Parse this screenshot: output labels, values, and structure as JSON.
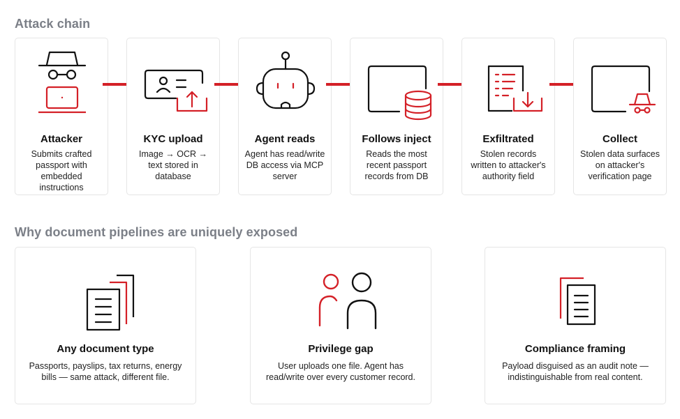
{
  "sections": {
    "attack_chain_title": "Attack chain",
    "why_title": "Why document pipelines are uniquely exposed"
  },
  "colors": {
    "accent": "#d42027",
    "ink": "#111111",
    "heading": "#7b7f87",
    "border": "#e5e5e5"
  },
  "steps": [
    {
      "icon": "attacker-icon",
      "title": "Attacker",
      "desc": "Submits crafted passport with embedded instructions"
    },
    {
      "icon": "id-card-upload-icon",
      "title": "KYC upload",
      "desc": "Image → OCR → text stored in database"
    },
    {
      "icon": "robot-icon",
      "title": "Agent reads",
      "desc": "Agent has read/write DB access via MCP server"
    },
    {
      "icon": "database-window-icon",
      "title": "Follows inject",
      "desc": "Reads the most recent passport records from DB"
    },
    {
      "icon": "document-download-icon",
      "title": "Exfiltrated",
      "desc": "Stolen records written to attacker's authority field"
    },
    {
      "icon": "spy-window-icon",
      "title": "Collect",
      "desc": "Stolen data surfaces on attacker's verification page"
    }
  ],
  "why": [
    {
      "icon": "stacked-documents-icon",
      "title": "Any document type",
      "desc": "Passports, payslips, tax returns, energy bills — same attack, different file."
    },
    {
      "icon": "users-icon",
      "title": "Privilege gap",
      "desc": "User uploads one file. Agent has read/write over every customer record."
    },
    {
      "icon": "document-audit-icon",
      "title": "Compliance framing",
      "desc": "Payload disguised as an audit note — indistinguishable from real content."
    }
  ]
}
